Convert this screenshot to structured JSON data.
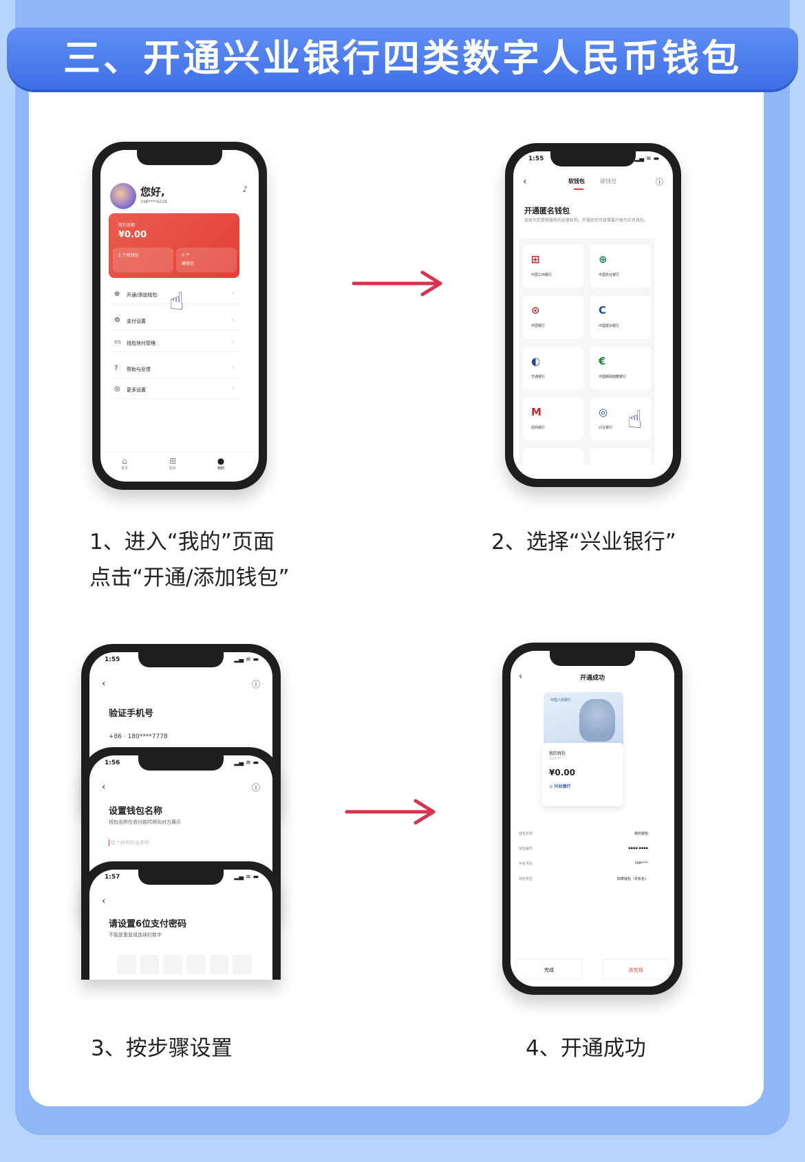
{
  "title": "三、开通兴业银行四类数字人民币钱包",
  "steps": [
    {
      "caption_line1": "1、进入“我的”页面",
      "caption_line2": "点击“开通/添加钱包”"
    },
    {
      "caption_line1": "2、选择“兴业银行”"
    },
    {
      "caption_line1": "3、按步骤设置"
    },
    {
      "caption_line1": "4、开通成功"
    }
  ],
  "phone1": {
    "greeting": "您好,",
    "phone_number": "198****4218",
    "card_label": "钱包总额",
    "card_amount": "¥0.00",
    "card_sub1": "1 个软钱包",
    "card_sub2_count": "0 个",
    "card_sub2_label": "硬钱包",
    "menu": [
      {
        "label": "开通/添加钱包",
        "icon": "plus-circle-icon"
      },
      {
        "label": "支付设置",
        "icon": "gear-icon"
      },
      {
        "label": "钱包快付管理",
        "icon": "wallet-icon"
      },
      {
        "label": "帮助与反馈",
        "icon": "help-icon"
      },
      {
        "label": "更多设置",
        "icon": "settings-icon"
      }
    ],
    "tabs": [
      "首页",
      "服务",
      "我的"
    ]
  },
  "phone2": {
    "time": "1:55",
    "tab_soft": "软钱包",
    "tab_hard": "硬钱包",
    "title": "开通匿名钱包",
    "desc": "选择为您提供服务的运营机构，开通后您可按需要升级为实名钱包。",
    "banks": [
      {
        "name": "中国工商银行",
        "color": "#d0252b",
        "glyph": "⊞"
      },
      {
        "name": "中国农业银行",
        "color": "#1a8d5b",
        "glyph": "⊕"
      },
      {
        "name": "中国银行",
        "color": "#c1272d",
        "glyph": "⊙"
      },
      {
        "name": "中国建设银行",
        "color": "#1152a8",
        "glyph": "C"
      },
      {
        "name": "交通银行",
        "color": "#1e4b92",
        "glyph": "◐"
      },
      {
        "name": "中国邮政储蓄银行",
        "color": "#1a8a3a",
        "glyph": "€"
      },
      {
        "name": "招商银行",
        "color": "#d0252b",
        "glyph": "M"
      },
      {
        "name": "兴业银行",
        "color": "#1a4fa8",
        "glyph": "◎"
      }
    ]
  },
  "phone3": {
    "screen1_time": "1:55",
    "screen1_title": "验证手机号",
    "screen1_sub": "+86 · 180****7778",
    "screen2_time": "1:56",
    "screen2_title": "设置钱包名称",
    "screen2_sub": "钱包名称在收付款时将向对方展示",
    "screen2_placeholder": "起个好听的名字吧",
    "screen3_time": "1:57",
    "screen3_title": "请设置6位支付密码",
    "screen3_sub": "不能是重复或连续的数字"
  },
  "phone4": {
    "title": "开通成功",
    "note_bank": "中国人民银行",
    "wallet_label": "我的钱包",
    "wallet_id": "0010****",
    "wallet_amount": "¥0.00",
    "wallet_bank": "兴业银行",
    "info": [
      {
        "key": "钱包名称",
        "val": "我的钱包"
      },
      {
        "key": "钱包编号",
        "val": "▪▪▪▪ ▪▪▪▪"
      },
      {
        "key": "手机号码",
        "val": "198****"
      },
      {
        "key": "钱包类型",
        "val": "四类钱包（非实名）"
      }
    ],
    "btn_done": "完成",
    "btn_topup": "去充钱"
  }
}
